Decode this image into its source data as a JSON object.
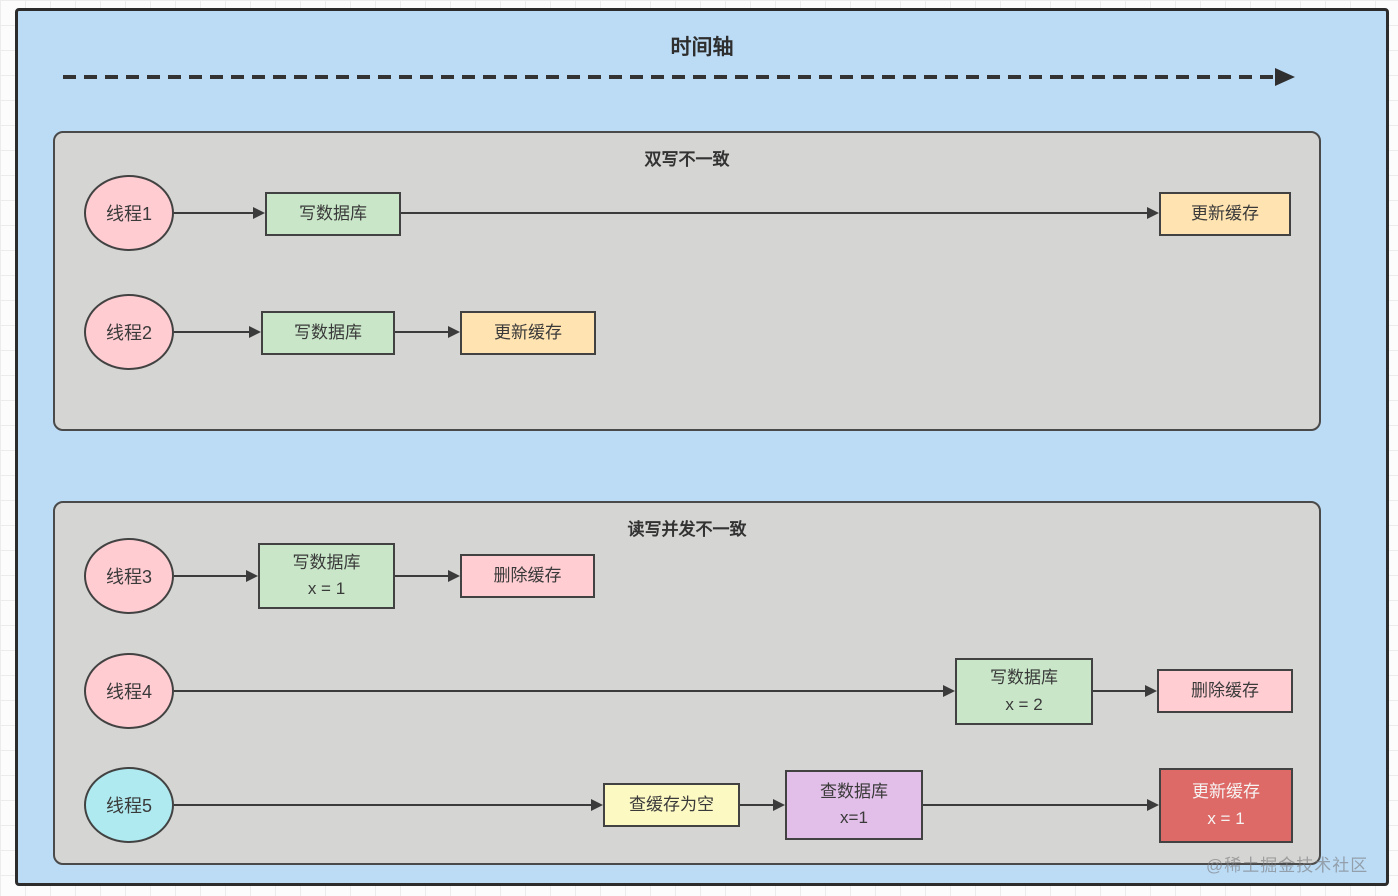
{
  "timeline": {
    "title": "时间轴"
  },
  "watermark": "@稀土掘金技术社区",
  "colors": {
    "container_blue": "#bcdcf6",
    "panel_gray": "#d5d5d3",
    "stroke_dark": "#3b3b3b",
    "thread_pink": "#ffccd2",
    "thread_cyan": "#aeeaf0",
    "box_green": "#c9e7c8",
    "box_orange": "#ffe3b0",
    "box_pink": "#ffcdd2",
    "box_yellow": "#fcf9c3",
    "box_purple": "#e2bfe8",
    "box_red": "#dd6a66"
  },
  "panels": [
    {
      "title": "双写不一致",
      "rows": [
        {
          "thread": "线程1",
          "steps": [
            {
              "label": "写数据库"
            },
            {
              "label": "更新缓存"
            }
          ]
        },
        {
          "thread": "线程2",
          "steps": [
            {
              "label": "写数据库"
            },
            {
              "label": "更新缓存"
            }
          ]
        }
      ]
    },
    {
      "title": "读写并发不一致",
      "rows": [
        {
          "thread": "线程3",
          "steps": [
            {
              "label": "写数据库",
              "sublabel": "x = 1"
            },
            {
              "label": "删除缓存"
            }
          ]
        },
        {
          "thread": "线程4",
          "steps": [
            {
              "label": "写数据库",
              "sublabel": "x = 2"
            },
            {
              "label": "删除缓存"
            }
          ]
        },
        {
          "thread": "线程5",
          "steps": [
            {
              "label": "查缓存为空"
            },
            {
              "label": "查数据库",
              "sublabel": "x=1"
            },
            {
              "label": "更新缓存",
              "sublabel": "x = 1"
            }
          ]
        }
      ]
    }
  ]
}
